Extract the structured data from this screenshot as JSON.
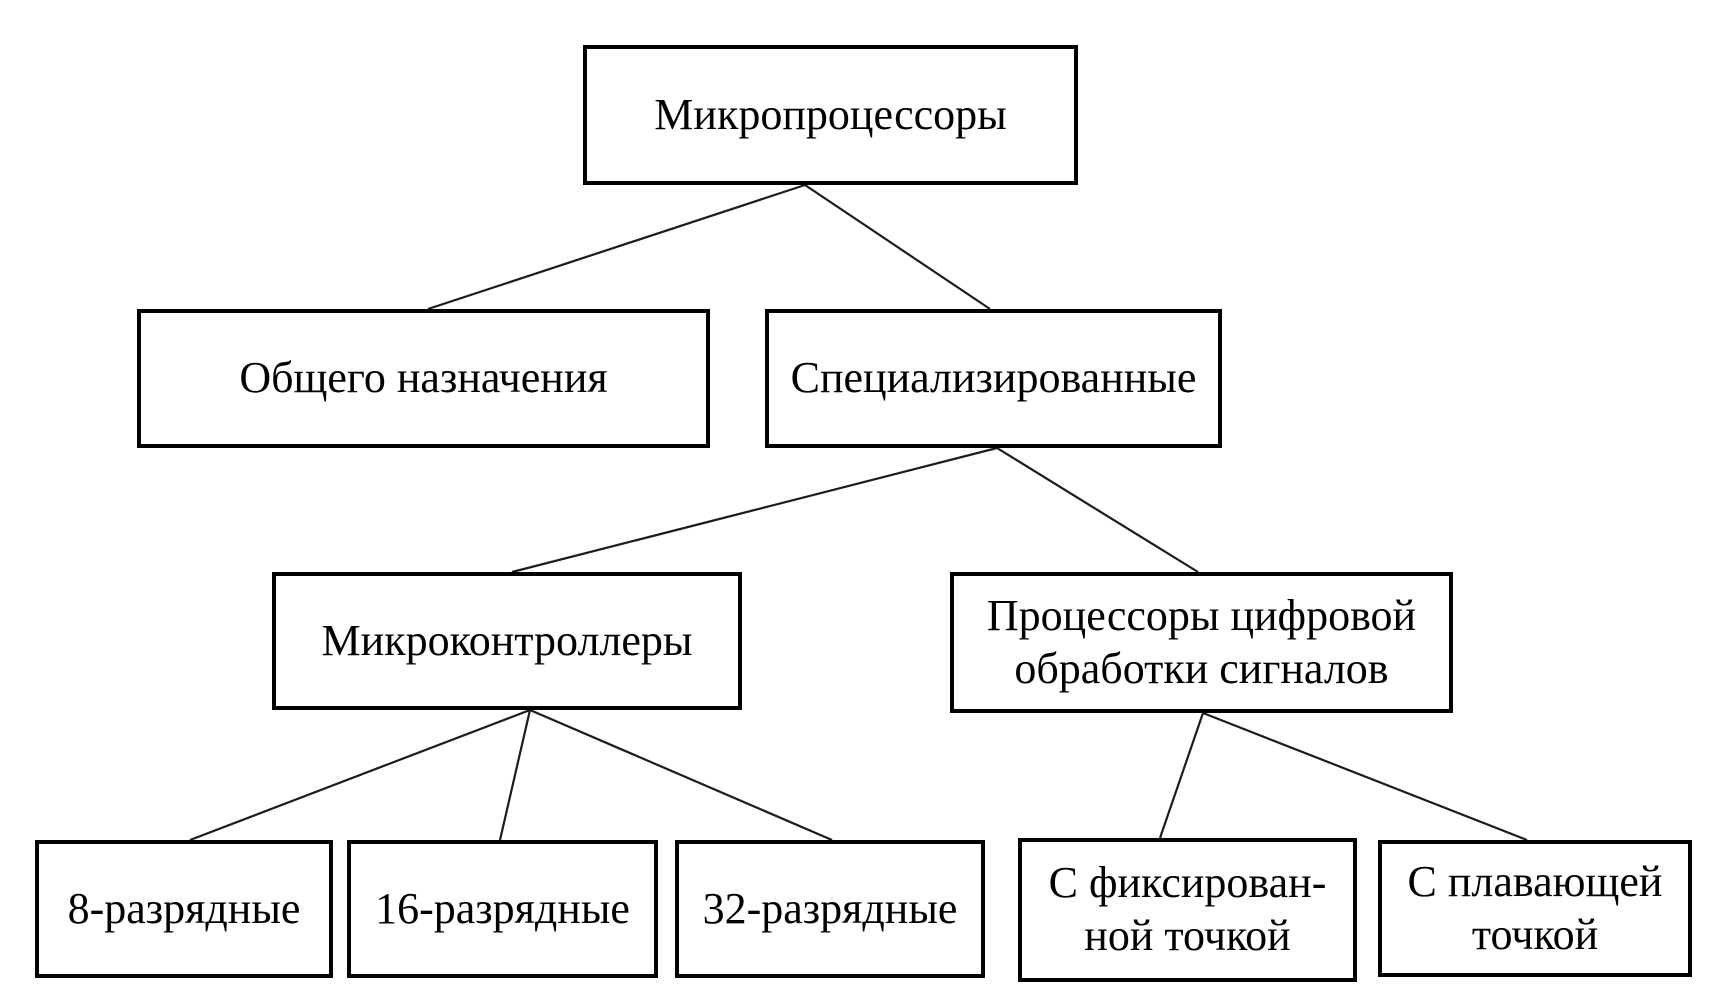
{
  "diagram": {
    "language": "ru",
    "topic": "Microprocessor classification",
    "colors": {
      "background": "#ffffff",
      "border": "#000000",
      "text": "#000000",
      "line": "#1c1c1c"
    },
    "nodes": {
      "root": {
        "label": "Микропроцессоры"
      },
      "general": {
        "label": "Общего назначения"
      },
      "special": {
        "label": "Специализированные"
      },
      "mcu": {
        "label": "Микроконтроллеры"
      },
      "dsp": {
        "lines": [
          "Процессоры цифровой",
          "обработки сигналов"
        ]
      },
      "b8": {
        "label": "8-разрядные"
      },
      "b16": {
        "label": "16-разрядные"
      },
      "b32": {
        "label": "32-разрядные"
      },
      "fixed": {
        "lines": [
          "С фиксирован-",
          "ной точкой"
        ]
      },
      "float": {
        "lines": [
          "С плавающей",
          "точкой"
        ]
      }
    },
    "edges": [
      {
        "from": "root",
        "to": "general"
      },
      {
        "from": "root",
        "to": "special"
      },
      {
        "from": "special",
        "to": "mcu"
      },
      {
        "from": "special",
        "to": "dsp"
      },
      {
        "from": "mcu",
        "to": "b8"
      },
      {
        "from": "mcu",
        "to": "b16"
      },
      {
        "from": "mcu",
        "to": "b32"
      },
      {
        "from": "dsp",
        "to": "fixed"
      },
      {
        "from": "dsp",
        "to": "float"
      }
    ]
  }
}
